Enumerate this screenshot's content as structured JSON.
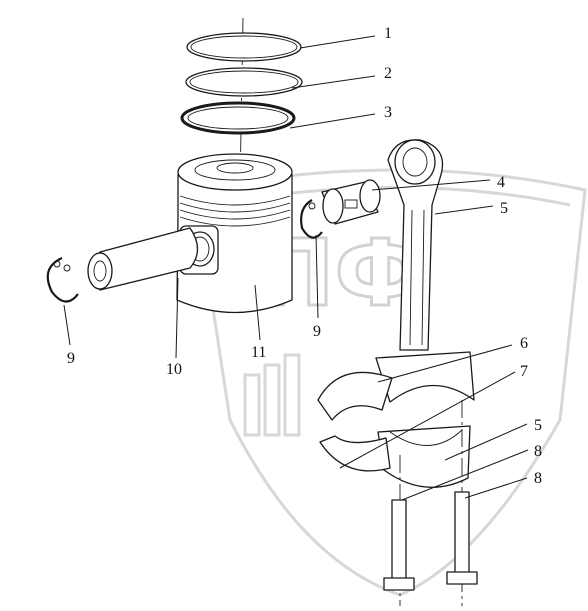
{
  "diagram": {
    "watermark": {
      "text": "ЭПФ",
      "icon": "shield-logo-icon"
    },
    "callouts": [
      {
        "id": "c1",
        "label": "1"
      },
      {
        "id": "c2",
        "label": "2"
      },
      {
        "id": "c3",
        "label": "3"
      },
      {
        "id": "c4",
        "label": "4"
      },
      {
        "id": "c5a",
        "label": "5"
      },
      {
        "id": "c6",
        "label": "6"
      },
      {
        "id": "c7",
        "label": "7"
      },
      {
        "id": "c5b",
        "label": "5"
      },
      {
        "id": "c8a",
        "label": "8"
      },
      {
        "id": "c8b",
        "label": "8"
      },
      {
        "id": "c9a",
        "label": "9"
      },
      {
        "id": "c9b",
        "label": "9"
      },
      {
        "id": "c10",
        "label": "10"
      },
      {
        "id": "c11",
        "label": "11"
      }
    ]
  }
}
